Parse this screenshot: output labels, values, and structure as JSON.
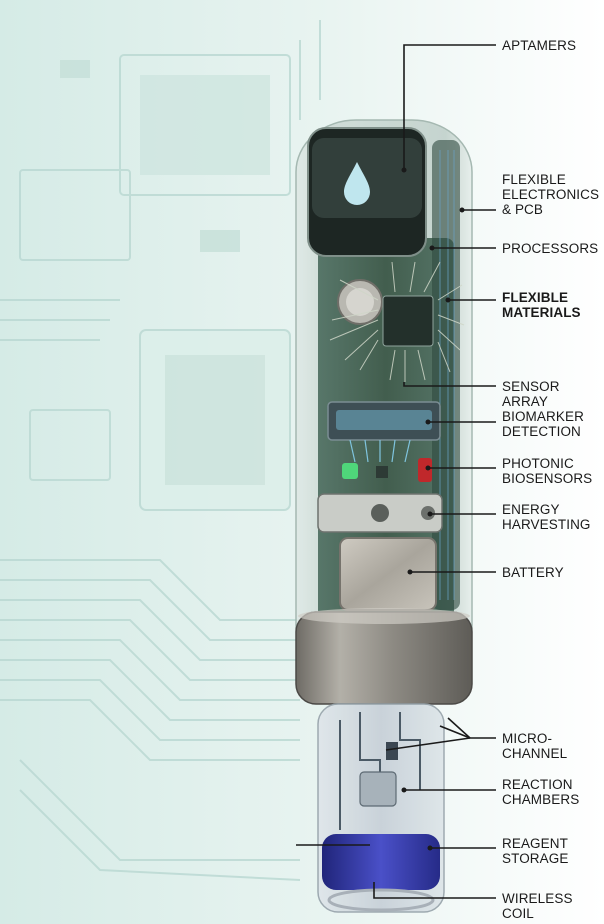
{
  "labels": {
    "aptamers": "APTAMERS",
    "flexible_electronics": "FLEXIBLE\nELECTRONICS\n& PCB",
    "processors": "PROCESSORS",
    "flexible_materials": "FLEXIBLE\nMATERIALS",
    "sensor_array": "SENSOR ARRAY",
    "biomarker_detection": "BIOMARKER\nDETECTION",
    "photonic_biosensors": "PHOTONIC\nBIOSENSORS",
    "energy_harvesting": "ENERGY\nHARVESTING",
    "battery": "BATTERY",
    "micro_channel": "MICRO-CHANNEL",
    "reaction_chambers": "REACTION\nCHAMBERS",
    "reagent_storage": "REAGENT\nSTORAGE",
    "wireless_coil": "WIRELESS COIL"
  },
  "colors": {
    "background": "#eef6f4",
    "circuit_traces": "#b9d8d2",
    "leader_line": "#1a1a1a",
    "label_text": "#1a1a1a",
    "pcb_green": "#3e5a4e",
    "metal_band": "#8c8a84",
    "reagent_blue": "#3a3fb0",
    "photonic_red": "#c0282b",
    "photonic_green": "#4fd67a"
  }
}
